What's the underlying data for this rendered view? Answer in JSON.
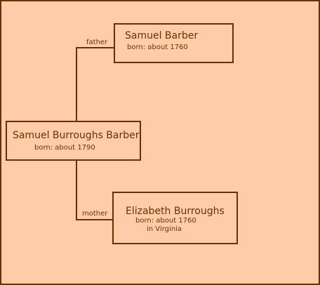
{
  "colors": {
    "background": "#ffccaa",
    "line": "#663300",
    "text": "#663300"
  },
  "subject": {
    "name": "Samuel Burroughs Barber",
    "born": "born: about 1790"
  },
  "father": {
    "relation": "father",
    "name": "Samuel Barber",
    "born": "born: about 1760"
  },
  "mother": {
    "relation": "mother",
    "name": "Elizabeth Burroughs",
    "born": "born: about 1760",
    "place": "in Virginia"
  }
}
